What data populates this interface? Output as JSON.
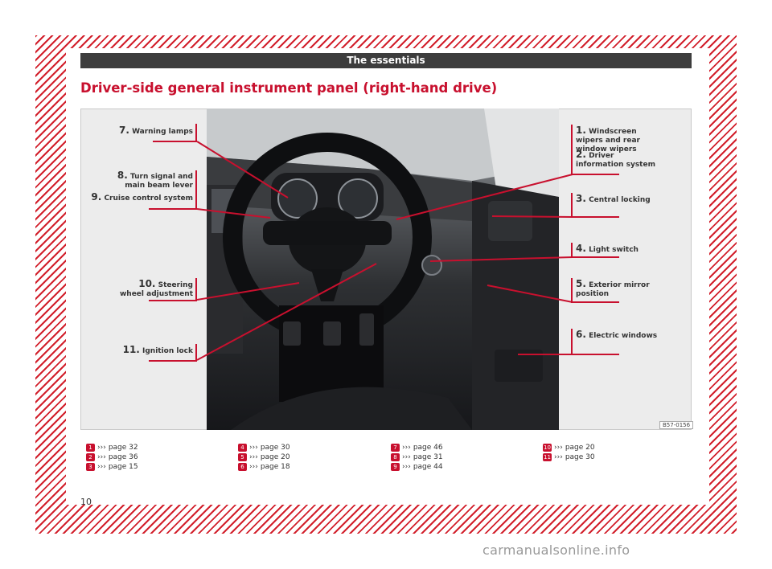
{
  "header": {
    "section": "The essentials"
  },
  "title": "Driver-side general instrument panel (right-hand drive)",
  "figure": {
    "code": "B57-0156",
    "callouts": [
      {
        "num": "7.",
        "text": "Warning lamps"
      },
      {
        "num": "8.",
        "text": "Turn signal and main beam lever"
      },
      {
        "num": "9.",
        "text": "Cruise control system"
      },
      {
        "num": "10.",
        "text": "Steering wheel adjustment"
      },
      {
        "num": "11.",
        "text": "Ignition lock"
      },
      {
        "num": "1.",
        "text": "Windscreen wipers and rear window wipers"
      },
      {
        "num": "2.",
        "text": "Driver information system"
      },
      {
        "num": "3.",
        "text": "Central locking"
      },
      {
        "num": "4.",
        "text": "Light switch"
      },
      {
        "num": "5.",
        "text": "Exterior mirror position"
      },
      {
        "num": "6.",
        "text": "Electric windows"
      }
    ]
  },
  "references": [
    {
      "num": "1",
      "text": "page 32"
    },
    {
      "num": "2",
      "text": "page 36"
    },
    {
      "num": "3",
      "text": "page 15"
    },
    {
      "num": "4",
      "text": "page 30"
    },
    {
      "num": "5",
      "text": "page 20"
    },
    {
      "num": "6",
      "text": "page 18"
    },
    {
      "num": "7",
      "text": "page 46"
    },
    {
      "num": "8",
      "text": "page 31"
    },
    {
      "num": "9",
      "text": "page 44"
    },
    {
      "num": "10",
      "text": "page 20"
    },
    {
      "num": "11",
      "text": "page 30"
    }
  ],
  "page_number": "10",
  "watermark": "carmanualsonline.info",
  "colors": {
    "accent": "#c8102e",
    "header_bg": "#3d3d3d"
  }
}
